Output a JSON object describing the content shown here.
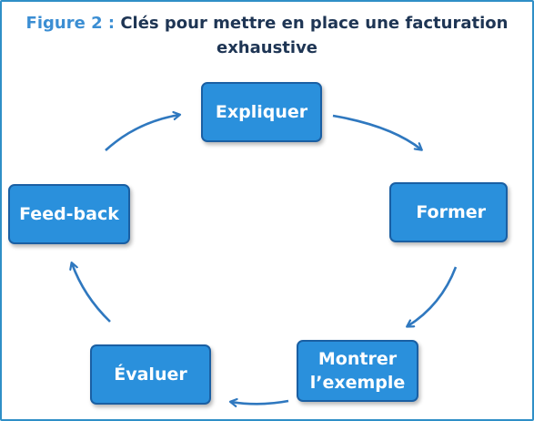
{
  "title": {
    "prefix": "Figure 2 :",
    "line1": "Clés pour mettre en place une facturation",
    "line2": "exhaustive"
  },
  "nodes": {
    "expliquer": "Expliquer",
    "former": "Former",
    "montrer_line1": "Montrer",
    "montrer_line2": "l’exemple",
    "evaluer": "Évaluer",
    "feedback": "Feed-back"
  },
  "colors": {
    "frame": "#2f8fc7",
    "node_fill": "#2a90dc",
    "node_border": "#1a5fa3",
    "arrow": "#2f78bf",
    "title_prefix": "#3b8ed3",
    "title_text": "#1e3554"
  }
}
